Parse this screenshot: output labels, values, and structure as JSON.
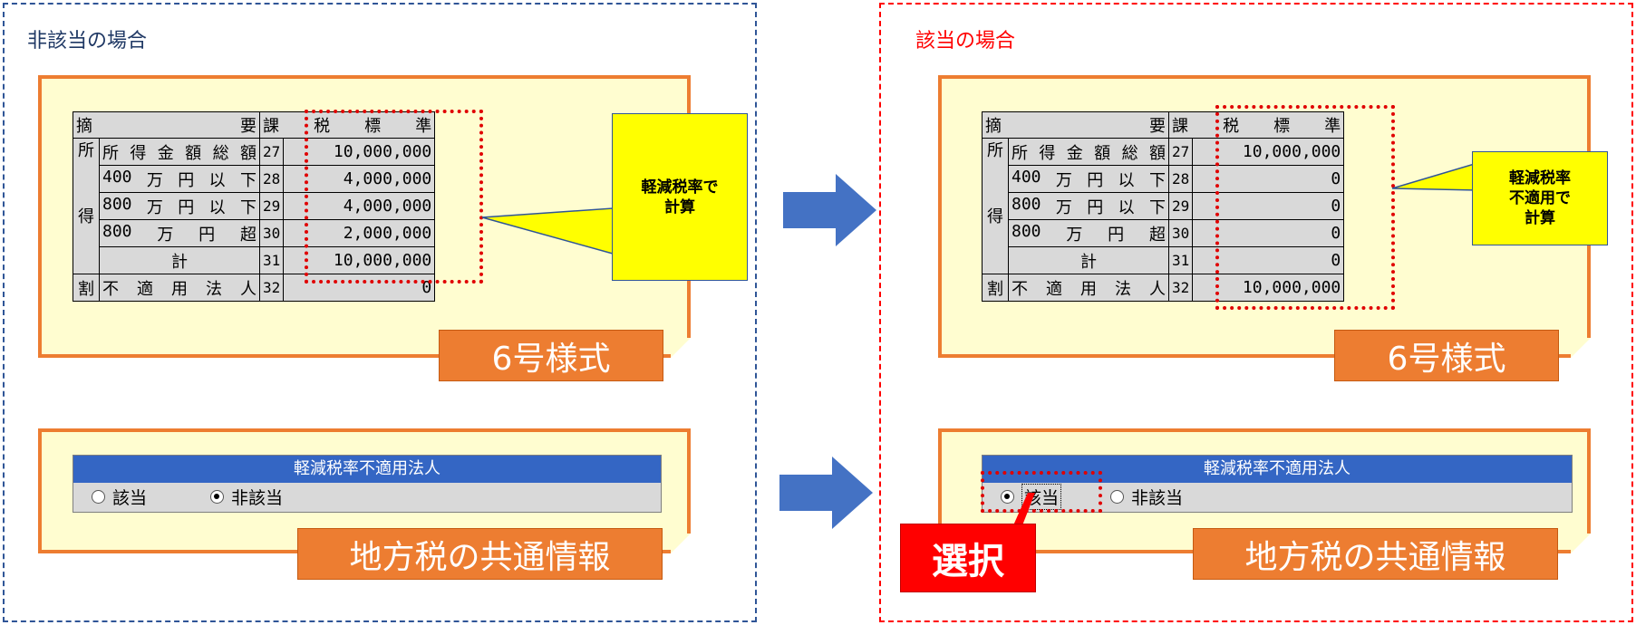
{
  "left_panel": {
    "title": "非該当の場合",
    "callout": [
      "軽減税率で",
      "計算"
    ],
    "form6_tag": "6号様式",
    "common_tag": "地方税の共通情報",
    "radio_selected": "非該当"
  },
  "right_panel": {
    "title": "該当の場合",
    "callout": [
      "軽減税率",
      "不適用で",
      "計算"
    ],
    "form6_tag": "6号様式",
    "common_tag": "地方税の共通情報",
    "radio_selected": "該当",
    "select_label": "選択"
  },
  "table": {
    "header_left": "摘",
    "header_mid": "要",
    "header_right": [
      "課",
      "税",
      "標",
      "準"
    ],
    "side_shotoku": [
      "所",
      "得"
    ],
    "side_wari": "割",
    "rows": [
      {
        "label": [
          "所",
          "得",
          "金",
          "額",
          "総",
          "額"
        ],
        "no": "27"
      },
      {
        "label": [
          "400",
          "万",
          "円",
          "以",
          "下"
        ],
        "no": "28"
      },
      {
        "label": [
          "800",
          "万",
          "円",
          "以",
          "下"
        ],
        "no": "29"
      },
      {
        "label": [
          "800",
          "万",
          "円",
          "超"
        ],
        "no": "30"
      },
      {
        "label": [
          "計"
        ],
        "no": "31"
      },
      {
        "label": [
          "不",
          "適",
          "用",
          "法",
          "人"
        ],
        "no": "32"
      }
    ],
    "left_values": [
      "10,000,000",
      "4,000,000",
      "4,000,000",
      "2,000,000",
      "10,000,000",
      "0"
    ],
    "right_values": [
      "10,000,000",
      "0",
      "0",
      "0",
      "0",
      "10,000,000"
    ]
  },
  "form": {
    "header": "軽減税率不適用法人",
    "option_yes": "該当",
    "option_no": "非該当"
  },
  "colors": {
    "orange": "#ed7d31",
    "note_bg": "#fffdd0",
    "blue_header": "#3466c4",
    "arrow": "#4472c4",
    "red": "#ff0000",
    "callout": "#ffff00"
  }
}
